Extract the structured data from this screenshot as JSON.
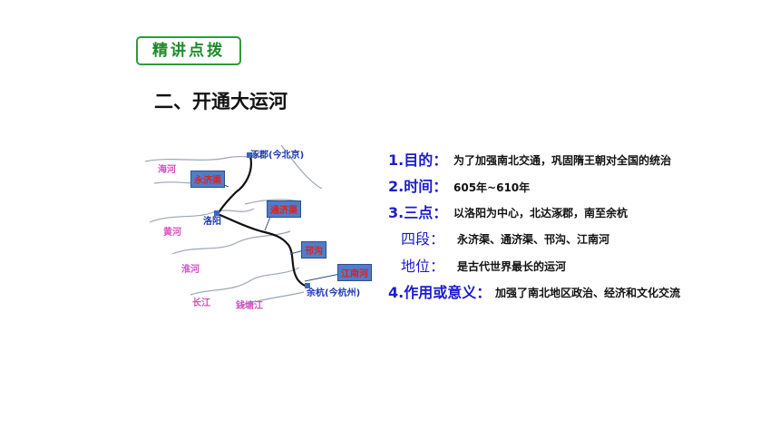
{
  "badge": "精讲点拨",
  "title": "二、开通大运河",
  "map": {
    "cities": {
      "zhuojun": "涿郡(今北京)",
      "luoyang": "洛阳",
      "yuhang": "余杭(今杭州)"
    },
    "rivers": {
      "haihe": "海河",
      "huanghe": "黄河",
      "huaihe": "淮河",
      "changjiang": "长江",
      "qiantangjiang": "钱塘江"
    },
    "canals": {
      "yongji": "永济渠",
      "tongji": "通济渠",
      "hangou": "邗沟",
      "jiangnan": "江南河"
    }
  },
  "info": [
    {
      "label": "1.目的：",
      "value": "为了加强南北交通，巩固隋王朝对全国的统治"
    },
    {
      "label": "2.时间：",
      "value": "605年~610年"
    },
    {
      "label": "3.三点：",
      "value": "以洛阳为中心，北达涿郡，南至余杭"
    },
    {
      "label": "四段：",
      "value": "永济渠、通济渠、邗沟、江南河"
    },
    {
      "label": "地位：",
      "value": "是古代世界最长的运河"
    },
    {
      "label": "4.作用或意义：",
      "value": "加强了南北地区政治、经济和文化交流"
    }
  ]
}
